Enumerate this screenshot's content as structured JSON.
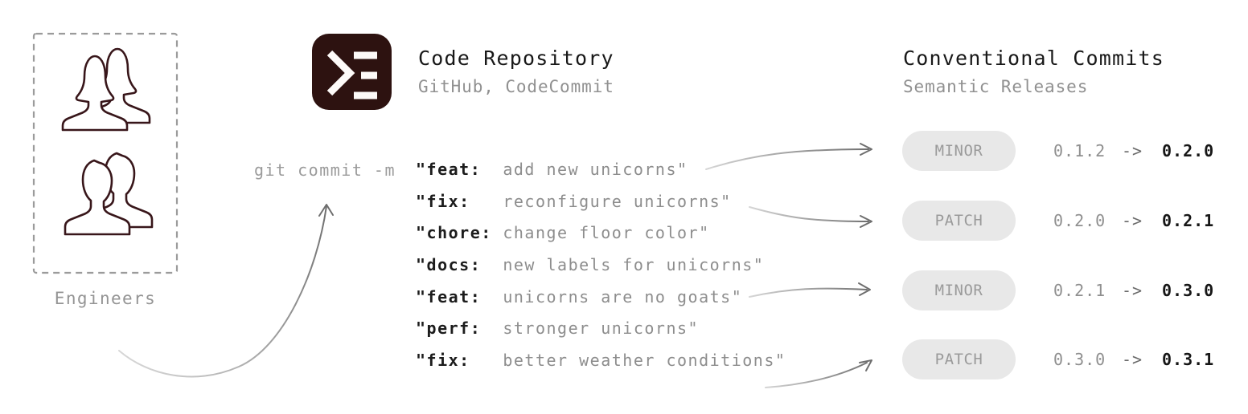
{
  "engineers": {
    "label": "Engineers"
  },
  "repo": {
    "title": "Code Repository",
    "subtitle": "GitHub, CodeCommit",
    "command": "git commit -m"
  },
  "commits": [
    {
      "prefix": "\"feat:  ",
      "message": "add new unicorns\""
    },
    {
      "prefix": "\"fix:   ",
      "message": "reconfigure unicorns\""
    },
    {
      "prefix": "\"chore: ",
      "message": "change floor color\""
    },
    {
      "prefix": "\"docs:  ",
      "message": "new labels for unicorns\""
    },
    {
      "prefix": "\"feat:  ",
      "message": "unicorns are no goats\""
    },
    {
      "prefix": "\"perf:  ",
      "message": "stronger unicorns\""
    },
    {
      "prefix": "\"fix:   ",
      "message": "better weather conditions\""
    }
  ],
  "semver": {
    "title": "Conventional Commits",
    "subtitle": "Semantic Releases",
    "rows": [
      {
        "badge": "MINOR",
        "from": "0.1.2",
        "arrow": "->",
        "to": "0.2.0"
      },
      {
        "badge": "PATCH",
        "from": "0.2.0",
        "arrow": "->",
        "to": "0.2.1"
      },
      {
        "badge": "MINOR",
        "from": "0.2.1",
        "arrow": "->",
        "to": "0.3.0"
      },
      {
        "badge": "PATCH",
        "from": "0.3.0",
        "arrow": "->",
        "to": "0.3.1"
      }
    ]
  },
  "icons": {
    "terminal": "terminal-prompt-icon",
    "engineers_top": "women-users-icon",
    "engineers_bottom": "men-users-icon"
  },
  "colors": {
    "icon_bg": "#2d1210",
    "people_outline": "#38161a",
    "text_dark": "#1c1c1c",
    "text_gray": "#909090",
    "badge_bg": "#e8e8e8",
    "badge_text": "#9a9a9a",
    "arrow": "#6e6e6e"
  }
}
